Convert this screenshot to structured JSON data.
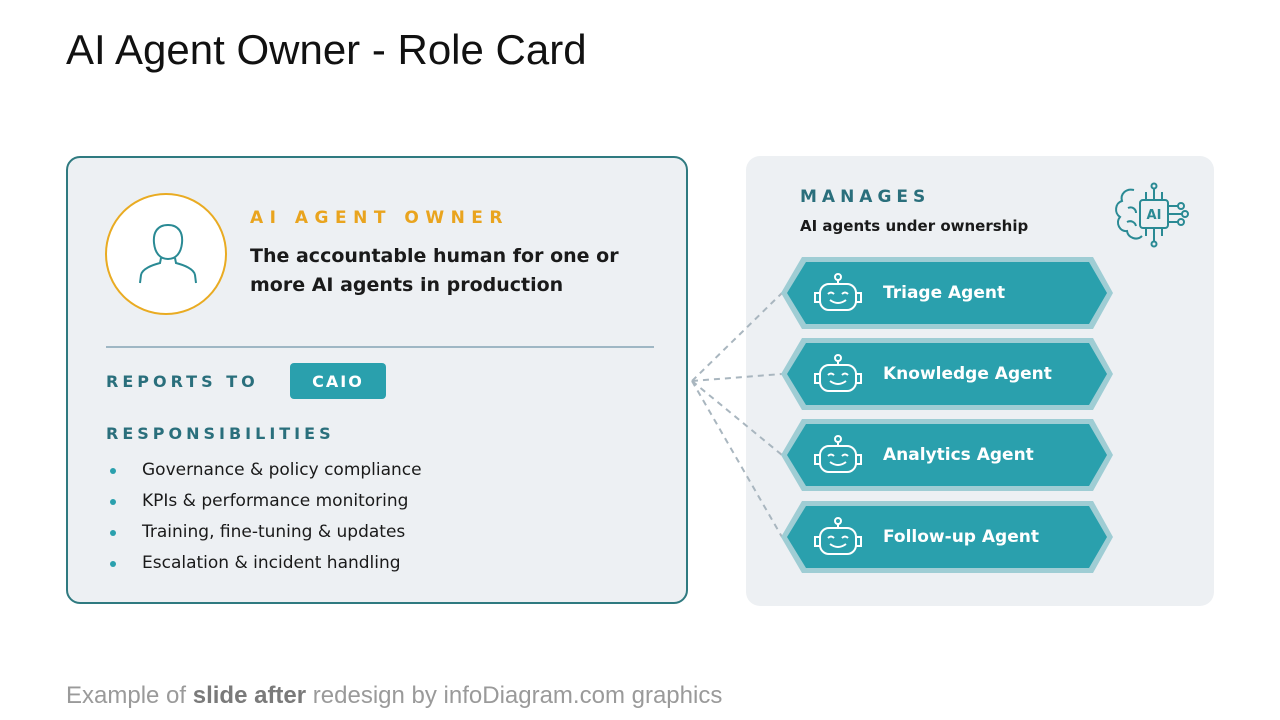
{
  "title": "AI Agent Owner - Role Card",
  "role": {
    "label": "AI AGENT OWNER",
    "description": "The accountable human for one or more AI agents in production",
    "icon": "person-icon"
  },
  "reports_to": {
    "label": "REPORTS TO",
    "value": "CAIO"
  },
  "responsibilities": {
    "label": "RESPONSIBILITIES",
    "items": [
      "Governance & policy compliance",
      "KPIs & performance monitoring",
      "Training, fine-tuning & updates",
      "Escalation & incident handling"
    ]
  },
  "manages": {
    "label": "MANAGES",
    "subtitle": "AI agents under ownership",
    "icon": "ai-chip-icon",
    "agents": [
      {
        "name": "Triage Agent",
        "icon": "robot-icon"
      },
      {
        "name": "Knowledge Agent",
        "icon": "robot-icon"
      },
      {
        "name": "Analytics Agent",
        "icon": "robot-icon"
      },
      {
        "name": "Follow-up Agent",
        "icon": "robot-icon"
      }
    ]
  },
  "footer": {
    "prefix": "Example of ",
    "emphasis": "slide after",
    "suffix": " redesign by infoDiagram.com graphics"
  },
  "colors": {
    "teal": "#2aa0ad",
    "teal_dark": "#2a6f7c",
    "accent_orange": "#e9a41e",
    "panel_bg": "#edf0f3",
    "card_border": "#2f7a80"
  }
}
